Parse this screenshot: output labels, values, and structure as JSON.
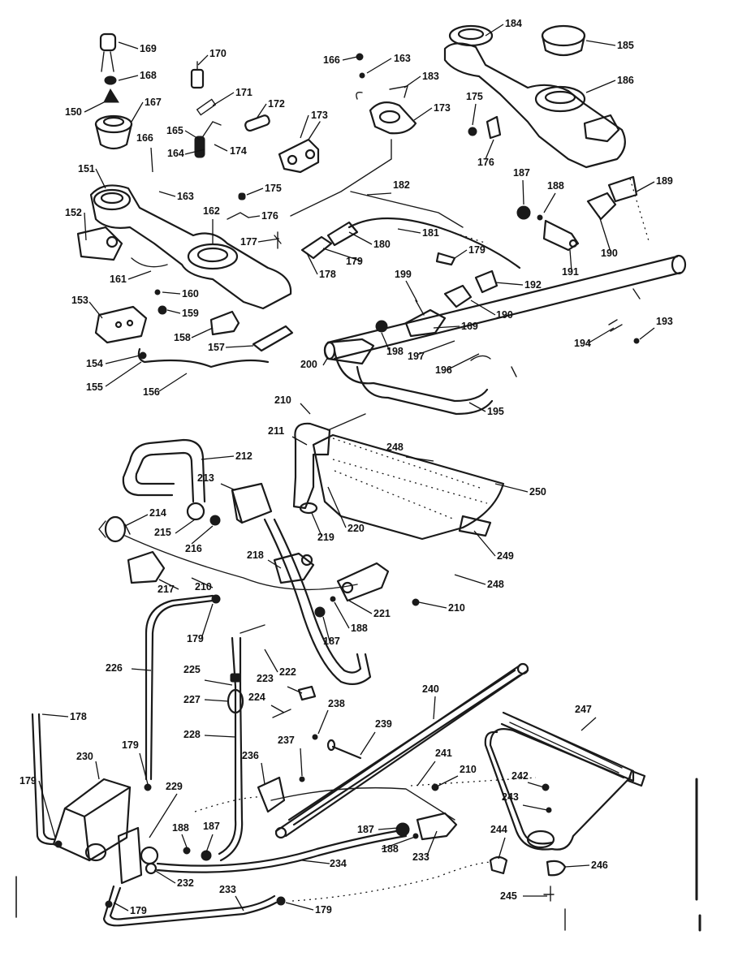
{
  "callouts": [
    {
      "id": "c169a",
      "text": "169"
    },
    {
      "id": "c168a",
      "text": "168"
    },
    {
      "id": "c150",
      "text": "150"
    },
    {
      "id": "c167",
      "text": "167"
    },
    {
      "id": "c170",
      "text": "170"
    },
    {
      "id": "c171",
      "text": "171"
    },
    {
      "id": "c172",
      "text": "172"
    },
    {
      "id": "c173a",
      "text": "173"
    },
    {
      "id": "c165",
      "text": "165"
    },
    {
      "id": "c174",
      "text": "174"
    },
    {
      "id": "c166a",
      "text": "166"
    },
    {
      "id": "c164",
      "text": "164"
    },
    {
      "id": "c163a",
      "text": "163"
    },
    {
      "id": "c151",
      "text": "151"
    },
    {
      "id": "c152",
      "text": "152"
    },
    {
      "id": "c162",
      "text": "162"
    },
    {
      "id": "c175a",
      "text": "175"
    },
    {
      "id": "c176a",
      "text": "176"
    },
    {
      "id": "c177",
      "text": "177"
    },
    {
      "id": "c161",
      "text": "161"
    },
    {
      "id": "c160",
      "text": "160"
    },
    {
      "id": "c159",
      "text": "159"
    },
    {
      "id": "c153",
      "text": "153"
    },
    {
      "id": "c158",
      "text": "158"
    },
    {
      "id": "c157",
      "text": "157"
    },
    {
      "id": "c154",
      "text": "154"
    },
    {
      "id": "c155",
      "text": "155"
    },
    {
      "id": "c156",
      "text": "156"
    },
    {
      "id": "c166b",
      "text": "166"
    },
    {
      "id": "c163b",
      "text": "163"
    },
    {
      "id": "c183",
      "text": "183"
    },
    {
      "id": "c173b",
      "text": "173"
    },
    {
      "id": "c184",
      "text": "184"
    },
    {
      "id": "c185",
      "text": "185"
    },
    {
      "id": "c186",
      "text": "186"
    },
    {
      "id": "c175b",
      "text": "175"
    },
    {
      "id": "c176b",
      "text": "176"
    },
    {
      "id": "c187a",
      "text": "187"
    },
    {
      "id": "c188a",
      "text": "188"
    },
    {
      "id": "c189",
      "text": "189"
    },
    {
      "id": "c190a",
      "text": "190"
    },
    {
      "id": "c191",
      "text": "191"
    },
    {
      "id": "c182",
      "text": "182"
    },
    {
      "id": "c181",
      "text": "181"
    },
    {
      "id": "c180",
      "text": "180"
    },
    {
      "id": "c179a",
      "text": "179"
    },
    {
      "id": "c179b",
      "text": "179"
    },
    {
      "id": "c178a",
      "text": "178"
    },
    {
      "id": "c192",
      "text": "192"
    },
    {
      "id": "c199",
      "text": "199"
    },
    {
      "id": "c190b",
      "text": "190"
    },
    {
      "id": "c169b",
      "text": "169"
    },
    {
      "id": "c198",
      "text": "198"
    },
    {
      "id": "c197",
      "text": "197"
    },
    {
      "id": "c196",
      "text": "196"
    },
    {
      "id": "c200",
      "text": "200"
    },
    {
      "id": "c193",
      "text": "193"
    },
    {
      "id": "c194",
      "text": "194"
    },
    {
      "id": "c195",
      "text": "195"
    },
    {
      "id": "c210a",
      "text": "210"
    },
    {
      "id": "c211",
      "text": "211"
    },
    {
      "id": "c212",
      "text": "212"
    },
    {
      "id": "c213",
      "text": "213"
    },
    {
      "id": "c248a",
      "text": "248"
    },
    {
      "id": "c250",
      "text": "250"
    },
    {
      "id": "c214",
      "text": "214"
    },
    {
      "id": "c215",
      "text": "215"
    },
    {
      "id": "c216",
      "text": "216"
    },
    {
      "id": "c219",
      "text": "219"
    },
    {
      "id": "c220",
      "text": "220"
    },
    {
      "id": "c249",
      "text": "249"
    },
    {
      "id": "c218",
      "text": "218"
    },
    {
      "id": "c217",
      "text": "217"
    },
    {
      "id": "c210b",
      "text": "210"
    },
    {
      "id": "c248b",
      "text": "248"
    },
    {
      "id": "c221",
      "text": "221"
    },
    {
      "id": "c210c",
      "text": "210"
    },
    {
      "id": "c188b",
      "text": "188"
    },
    {
      "id": "c187b",
      "text": "187"
    },
    {
      "id": "c179c",
      "text": "179"
    },
    {
      "id": "c222",
      "text": "222"
    },
    {
      "id": "c226",
      "text": "226"
    },
    {
      "id": "c225",
      "text": "225"
    },
    {
      "id": "c223",
      "text": "223"
    },
    {
      "id": "c224",
      "text": "224"
    },
    {
      "id": "c227",
      "text": "227"
    },
    {
      "id": "c238",
      "text": "238"
    },
    {
      "id": "c240",
      "text": "240"
    },
    {
      "id": "c178b",
      "text": "178"
    },
    {
      "id": "c228",
      "text": "228"
    },
    {
      "id": "c239",
      "text": "239"
    },
    {
      "id": "c247",
      "text": "247"
    },
    {
      "id": "c237",
      "text": "237"
    },
    {
      "id": "c179d",
      "text": "179"
    },
    {
      "id": "c230",
      "text": "230"
    },
    {
      "id": "c236",
      "text": "236"
    },
    {
      "id": "c241",
      "text": "241"
    },
    {
      "id": "c210d",
      "text": "210"
    },
    {
      "id": "c179e",
      "text": "179"
    },
    {
      "id": "c229",
      "text": "229"
    },
    {
      "id": "c242",
      "text": "242"
    },
    {
      "id": "c243",
      "text": "243"
    },
    {
      "id": "c188c",
      "text": "188"
    },
    {
      "id": "c187c",
      "text": "187"
    },
    {
      "id": "c187d",
      "text": "187"
    },
    {
      "id": "c188d",
      "text": "188"
    },
    {
      "id": "c244",
      "text": "244"
    },
    {
      "id": "c233a",
      "text": "233"
    },
    {
      "id": "c232",
      "text": "232"
    },
    {
      "id": "c234",
      "text": "234"
    },
    {
      "id": "c246",
      "text": "246"
    },
    {
      "id": "c245",
      "text": "245"
    },
    {
      "id": "c179f",
      "text": "179"
    },
    {
      "id": "c233b",
      "text": "233"
    },
    {
      "id": "c179g",
      "text": "179"
    }
  ]
}
